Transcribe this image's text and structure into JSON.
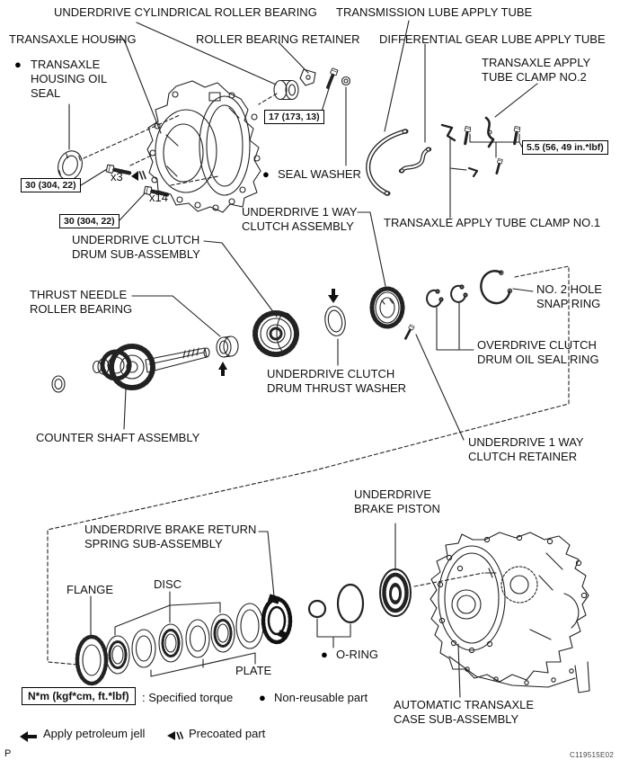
{
  "figure": {
    "code": "C119515E02",
    "page_marker": "P"
  },
  "symbols": {
    "bullet": "●"
  },
  "labels": {
    "underdrive_cylindrical_roller_bearing": "UNDERDRIVE CYLINDRICAL ROLLER BEARING",
    "transmission_lube_apply_tube": "TRANSMISSION LUBE APPLY TUBE",
    "transaxle_housing": "TRANSAXLE HOUSING",
    "roller_bearing_retainer": "ROLLER BEARING RETAINER",
    "differential_gear_lube_apply_tube": "DIFFERENTIAL GEAR LUBE APPLY TUBE",
    "transaxle_housing_oil_seal": "TRANSAXLE\nHOUSING OIL\nSEAL",
    "transaxle_apply_tube_clamp_no2": "TRANSAXLE APPLY\nTUBE CLAMP NO.2",
    "seal_washer": "SEAL WASHER",
    "underdrive_1way_clutch_assembly": "UNDERDRIVE 1 WAY\nCLUTCH ASSEMBLY",
    "transaxle_apply_tube_clamp_no1": "TRANSAXLE APPLY TUBE CLAMP NO.1",
    "underdrive_clutch_drum_sub_assembly": "UNDERDRIVE CLUTCH\nDRUM SUB-ASSEMBLY",
    "thrust_needle_roller_bearing": "THRUST NEEDLE\nROLLER BEARING",
    "no2_hole_snap_ring": "NO. 2 HOLE\nSNAP RING",
    "overdrive_clutch_drum_oil_seal_ring": "OVERDRIVE CLUTCH\nDRUM OIL SEAL RING",
    "underdrive_clutch_drum_thrust_washer": "UNDERDRIVE CLUTCH\nDRUM THRUST WASHER",
    "counter_shaft_assembly": "COUNTER SHAFT ASSEMBLY",
    "underdrive_1way_clutch_retainer": "UNDERDRIVE 1 WAY\nCLUTCH RETAINER",
    "underdrive_brake_piston": "UNDERDRIVE\nBRAKE PISTON",
    "underdrive_brake_return_spring_sub_assembly": "UNDERDRIVE BRAKE RETURN\nSPRING SUB-ASSEMBLY",
    "flange": "FLANGE",
    "disc": "DISC",
    "plate": "PLATE",
    "o_ring": "O-RING",
    "automatic_transaxle_case_sub_assembly": "AUTOMATIC TRANSAXLE\nCASE SUB-ASSEMBLY"
  },
  "torques": {
    "roller_bearing_retainer_bolt": "17 (173, 13)",
    "housing_bolt_x3": "30 (304, 22)",
    "housing_bolt_x14": "30 (304, 22)",
    "apply_tube_clamp_bolt": "5.5 (56, 49 in.*lbf)"
  },
  "quantities": {
    "x3": "x3",
    "x14": "x14"
  },
  "legend": {
    "torque_box": "N*m (kgf*cm, ft.*lbf)",
    "torque_desc": ": Specified torque",
    "non_reusable": "Non-reusable part",
    "petroleum": "Apply petroleum jell",
    "precoated": "Precoated part"
  }
}
